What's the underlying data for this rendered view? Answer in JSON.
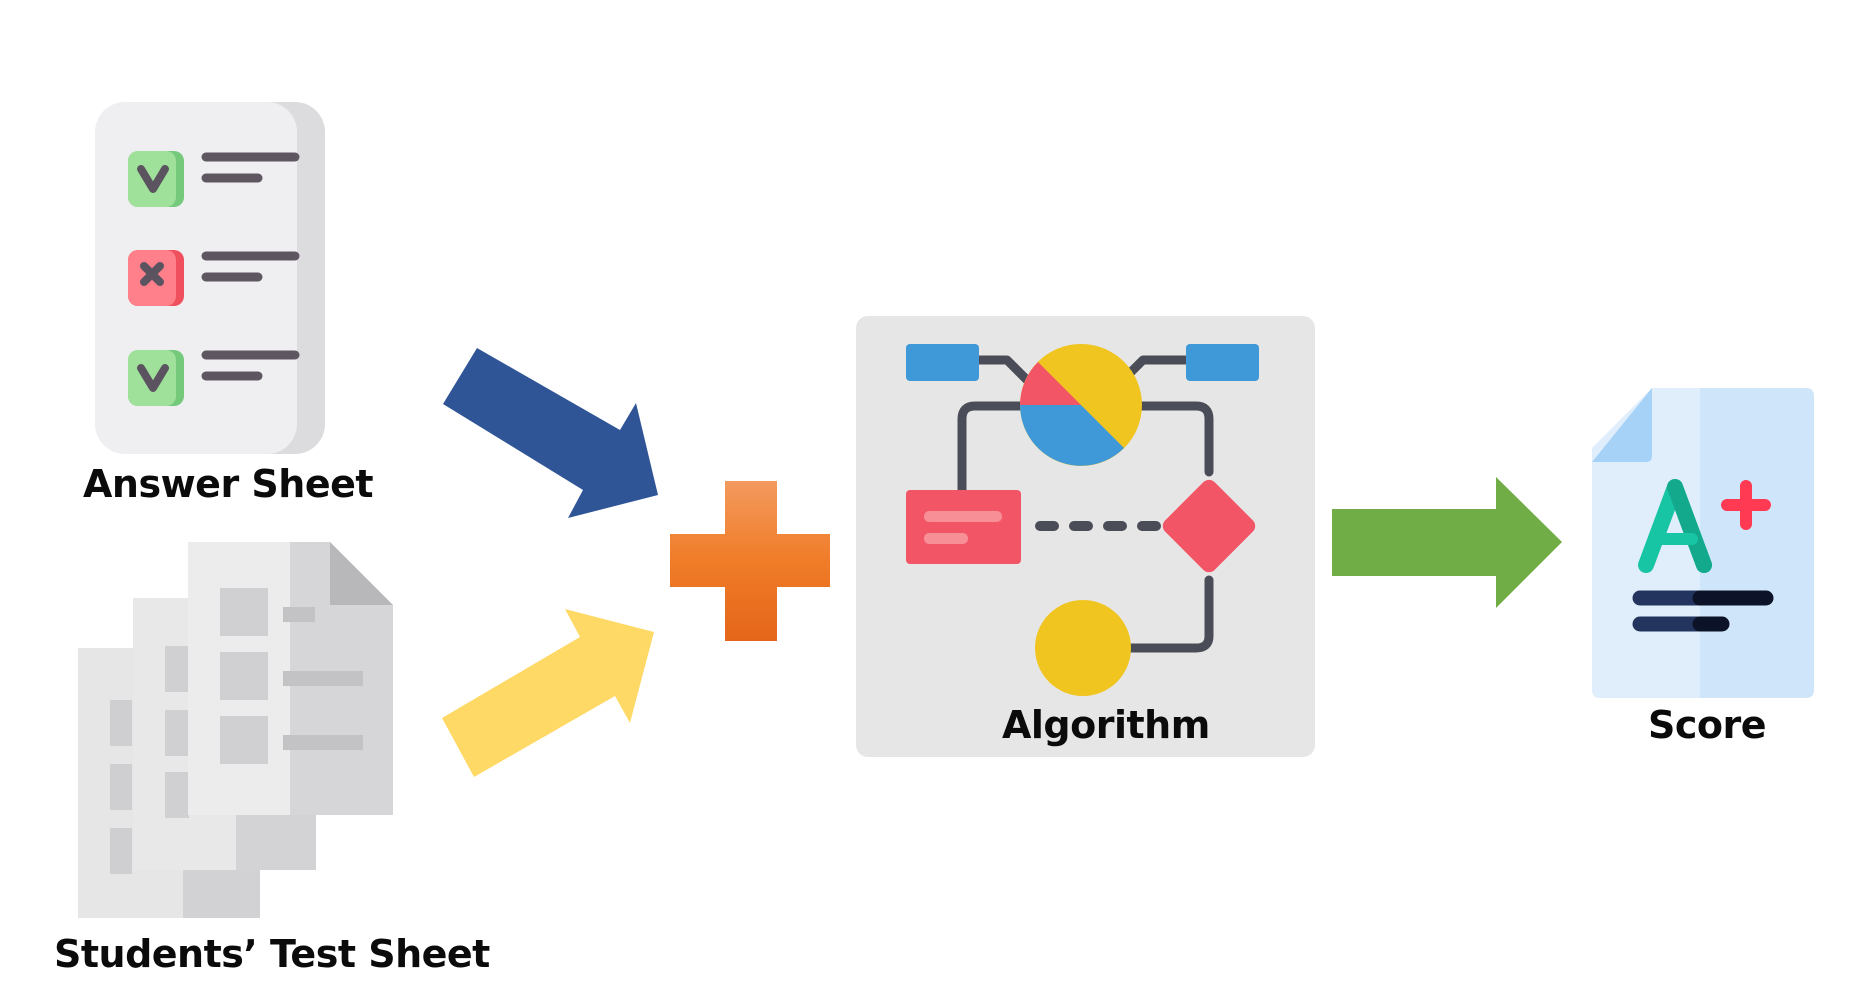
{
  "labels": {
    "answer_sheet": "Answer Sheet",
    "students_test_sheet": "Students’ Test Sheet",
    "algorithm": "Algorithm",
    "score": "Score",
    "grade_letter": "A",
    "grade_sign": "+"
  },
  "icons": {
    "answer_sheet": "checklist-icon",
    "students_test_sheet": "stacked-documents-icon",
    "combine": "plus-icon",
    "algorithm": "flowchart-icon",
    "score": "graded-paper-icon"
  },
  "answer_sheet_rows": [
    "correct",
    "incorrect",
    "correct"
  ],
  "colors": {
    "arrow_answer": "#2f5597",
    "arrow_students": "#ffd966",
    "arrow_result": "#70ad47",
    "plus": "#f07c28",
    "algorithm_panel": "#e7e6e6",
    "check": "#8fdc8a",
    "cross": "#ff6b7a",
    "grade_a": "#17c4a4",
    "grade_plus": "#ff3a52"
  }
}
